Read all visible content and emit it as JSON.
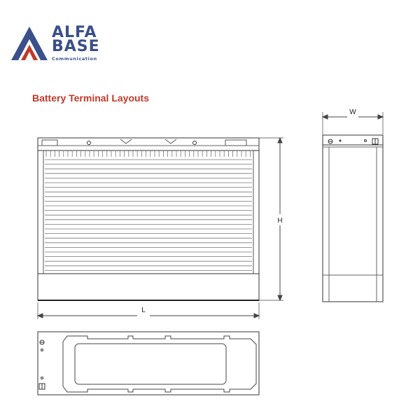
{
  "logo": {
    "line1": "ALFA",
    "line2": "BASE",
    "line3": "Communication",
    "colors": {
      "blue": "#3b4f8a",
      "red": "#c0392b"
    }
  },
  "section": {
    "title": "Battery Terminal Layouts"
  },
  "dimensions": {
    "width_label": "W",
    "height_label": "H",
    "length_label": "L"
  },
  "colors": {
    "title": "#c0392b",
    "line": "#333333"
  }
}
